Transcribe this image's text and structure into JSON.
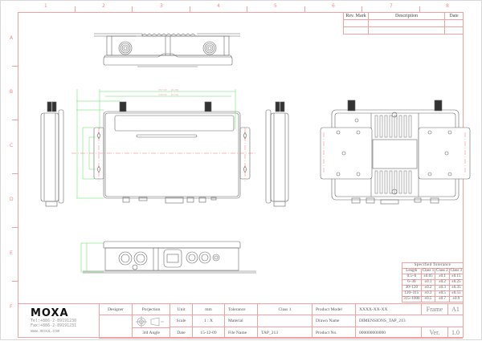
{
  "sheet": {
    "column_zones": [
      "1",
      "2",
      "3",
      "4",
      "5",
      "6",
      "7",
      "8"
    ],
    "row_zones": [
      "A",
      "B",
      "C",
      "D",
      "E",
      "F"
    ]
  },
  "revision_table": {
    "headers": [
      "Rev. Mark",
      "Description",
      "Date"
    ],
    "rows": [
      [
        "",
        "",
        ""
      ],
      [
        "",
        "",
        ""
      ]
    ]
  },
  "tolerance_table": {
    "title": "Specified Tolerance",
    "headers": [
      "Length",
      "Class 1",
      "Class 2",
      "Class 3"
    ],
    "rows": [
      [
        "0.5~6",
        "±0.05",
        "±0.1",
        "±0.15"
      ],
      [
        "6~30",
        "±0.1",
        "±0.2",
        "±0.25"
      ],
      [
        "30~120",
        "±0.2",
        "±0.3",
        "±0.35"
      ],
      [
        "120~315",
        "±0.3",
        "±0.5",
        "±0.55"
      ],
      [
        "315~1000",
        "±0.5",
        "±0.7",
        "±0.9"
      ]
    ]
  },
  "title_block": {
    "company": {
      "logo": "MOXA",
      "tel": "Tel:+886-2-89191230",
      "fax": "Fax:+886-2-89191231",
      "web": "www.moxa.com"
    },
    "designer_label": "Designer",
    "designer_value": "",
    "projection_label": "Porjection",
    "projection_value": "3rd Angle",
    "unit_label": "Unit",
    "unit_value": "mm",
    "scale_label": "Scale",
    "scale_value": "1 : X",
    "date_label": "Date",
    "date_value": "15-12-09",
    "tolerance_label": "Tolerance",
    "tolerance_value": "Class 1",
    "material_label": "Material",
    "material_value": "",
    "file_name_label": "File Name",
    "file_name_value": "TAP_213",
    "product_model_label": "Product Model",
    "product_model_value": "XXXX-XX-XX",
    "drawn_name_label": "Drawn Name",
    "drawn_name_value": "DIMENSIONS_TAP_213",
    "product_no_label": "Product No.",
    "product_no_value": "000000000000",
    "frame_label": "Frame",
    "frame_value": "A1",
    "ver_label": "Ver.",
    "ver_value": "1.0"
  },
  "views": {
    "top_view": "top-view",
    "front_view": "front-view",
    "left_side_view": "left-side-view",
    "right_side_view": "right-side-view",
    "rear_view": "rear-view",
    "bottom_view": "bottom-connector-view"
  },
  "colors": {
    "frame": "#f2a0a0",
    "dimension": "#3ddc3d",
    "centerline": "#f07070",
    "outline": "#555555"
  }
}
